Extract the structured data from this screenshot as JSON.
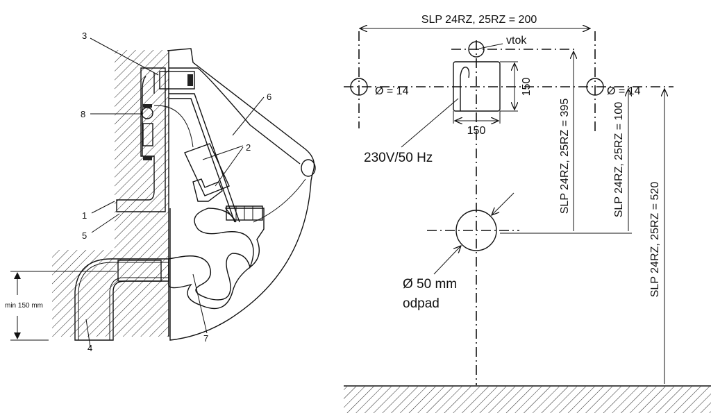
{
  "left_drawing": {
    "labels": {
      "n1": "1",
      "n2": "2",
      "n3": "3",
      "n4": "4",
      "n5": "5",
      "n6": "6",
      "n7": "7",
      "n8": "8"
    },
    "min_height": "min 150 mm"
  },
  "right_drawing": {
    "width_dim": "SLP 24RZ, 25RZ = 200",
    "inlet_label": "vtok",
    "hole_left": "Ø = 14",
    "hole_right": "Ø = 14",
    "box_height": "150",
    "box_width": "150",
    "power_label": "230V/50 Hz",
    "drain_diameter": "Ø 50 mm",
    "drain_label": "odpad",
    "dim_395": "SLP 24RZ, 25RZ = 395",
    "dim_100": "SLP 24RZ, 25RZ = 100",
    "dim_520": "SLP 24RZ, 25RZ = 520"
  }
}
